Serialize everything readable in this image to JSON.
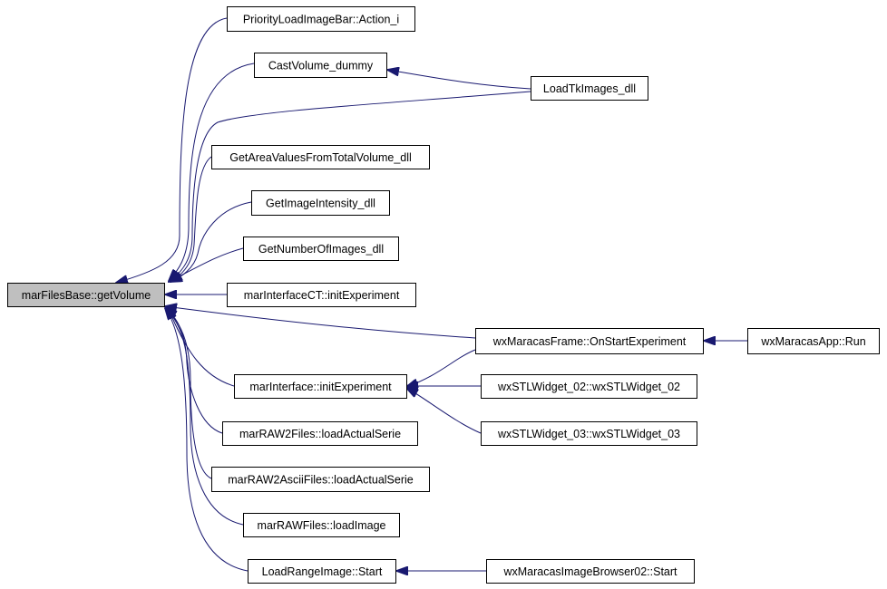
{
  "diagram": {
    "title": "",
    "colors": {
      "edge": "#191970",
      "node_border": "#000000",
      "node_fill": "#ffffff",
      "focus_fill": "#bfbfbf",
      "text": "#000000"
    },
    "nodes": [
      {
        "id": "focus",
        "label": "marFilesBase::getVolume",
        "focus": true
      },
      {
        "id": "n1",
        "label": "PriorityLoadImageBar::Action_i"
      },
      {
        "id": "n2",
        "label": "CastVolume_dummy"
      },
      {
        "id": "n3",
        "label": "LoadTkImages_dll"
      },
      {
        "id": "n4",
        "label": "GetAreaValuesFromTotalVolume_dll"
      },
      {
        "id": "n5",
        "label": "GetImageIntensity_dll"
      },
      {
        "id": "n6",
        "label": "GetNumberOfImages_dll"
      },
      {
        "id": "n7",
        "label": "marInterfaceCT::initExperiment"
      },
      {
        "id": "n8",
        "label": "wxMaracasFrame::OnStartExperiment"
      },
      {
        "id": "n9",
        "label": "wxMaracasApp::Run"
      },
      {
        "id": "n10",
        "label": "marInterface::initExperiment"
      },
      {
        "id": "n11",
        "label": "wxSTLWidget_02::wxSTLWidget_02"
      },
      {
        "id": "n12",
        "label": "wxSTLWidget_03::wxSTLWidget_03"
      },
      {
        "id": "n13",
        "label": "marRAW2Files::loadActualSerie"
      },
      {
        "id": "n14",
        "label": "marRAW2AsciiFiles::loadActualSerie"
      },
      {
        "id": "n15",
        "label": "marRAWFiles::loadImage"
      },
      {
        "id": "n16",
        "label": "LoadRangeImage::Start"
      },
      {
        "id": "n17",
        "label": "wxMaracasImageBrowser02::Start"
      }
    ],
    "edges": [
      {
        "from": "n1",
        "to": "focus"
      },
      {
        "from": "n2",
        "to": "focus"
      },
      {
        "from": "n3",
        "to": "n2"
      },
      {
        "from": "n3",
        "to": "focus"
      },
      {
        "from": "n4",
        "to": "focus"
      },
      {
        "from": "n5",
        "to": "focus"
      },
      {
        "from": "n6",
        "to": "focus"
      },
      {
        "from": "n7",
        "to": "focus"
      },
      {
        "from": "n8",
        "to": "focus"
      },
      {
        "from": "n9",
        "to": "n8"
      },
      {
        "from": "n10",
        "to": "focus"
      },
      {
        "from": "n8",
        "to": "n10"
      },
      {
        "from": "n11",
        "to": "n10"
      },
      {
        "from": "n12",
        "to": "n10"
      },
      {
        "from": "n13",
        "to": "focus"
      },
      {
        "from": "n14",
        "to": "focus"
      },
      {
        "from": "n15",
        "to": "focus"
      },
      {
        "from": "n16",
        "to": "focus"
      },
      {
        "from": "n17",
        "to": "n16"
      }
    ]
  }
}
